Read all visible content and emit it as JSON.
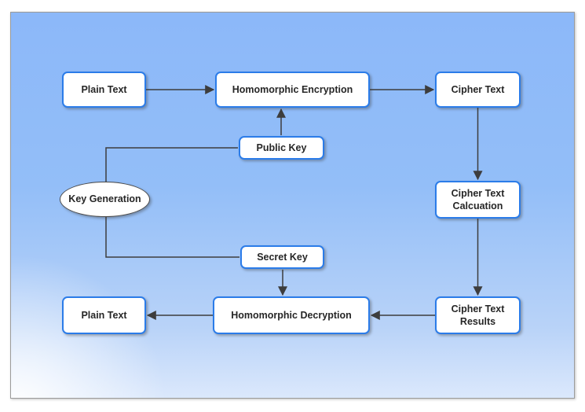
{
  "diagram": {
    "nodes": {
      "plain_text_top": {
        "label": "Plain Text",
        "shape": "rectangle"
      },
      "homomorphic_encryption": {
        "label": "Homomorphic Encryption",
        "shape": "rectangle"
      },
      "cipher_text": {
        "label": "Cipher Text",
        "shape": "rectangle"
      },
      "public_key": {
        "label": "Public Key",
        "shape": "rectangle"
      },
      "key_generation": {
        "label": "Key Generation",
        "shape": "ellipse"
      },
      "secret_key": {
        "label": "Secret Key",
        "shape": "rectangle"
      },
      "cipher_text_calcuation": {
        "label": "Cipher Text Calcuation",
        "shape": "rectangle"
      },
      "cipher_text_results": {
        "label": "Cipher Text Results",
        "shape": "rectangle"
      },
      "homomorphic_decryption": {
        "label": "Homomorphic Decryption",
        "shape": "rectangle"
      },
      "plain_text_bottom": {
        "label": "Plain Text",
        "shape": "rectangle"
      }
    },
    "edges": [
      {
        "from": "plain_text_top",
        "to": "homomorphic_encryption",
        "arrow": true
      },
      {
        "from": "homomorphic_encryption",
        "to": "cipher_text",
        "arrow": true
      },
      {
        "from": "cipher_text",
        "to": "cipher_text_calcuation",
        "arrow": true
      },
      {
        "from": "cipher_text_calcuation",
        "to": "cipher_text_results",
        "arrow": true
      },
      {
        "from": "cipher_text_results",
        "to": "homomorphic_decryption",
        "arrow": true
      },
      {
        "from": "homomorphic_decryption",
        "to": "plain_text_bottom",
        "arrow": true
      },
      {
        "from": "public_key",
        "to": "homomorphic_encryption",
        "arrow": true
      },
      {
        "from": "secret_key",
        "to": "homomorphic_decryption",
        "arrow": true
      },
      {
        "from": "key_generation",
        "to": "public_key",
        "arrow": false
      },
      {
        "from": "key_generation",
        "to": "secret_key",
        "arrow": false
      }
    ],
    "colors": {
      "node_border": "#2b7ce9",
      "node_fill": "#ffffff",
      "ellipse_border": "#4a4a4a",
      "edge": "#3d3d3d",
      "text": "#262626",
      "canvas_gradient_top": "#8cb8f9",
      "canvas_gradient_bottom": "#dbe8fc",
      "page_background": "#ffffff"
    }
  }
}
